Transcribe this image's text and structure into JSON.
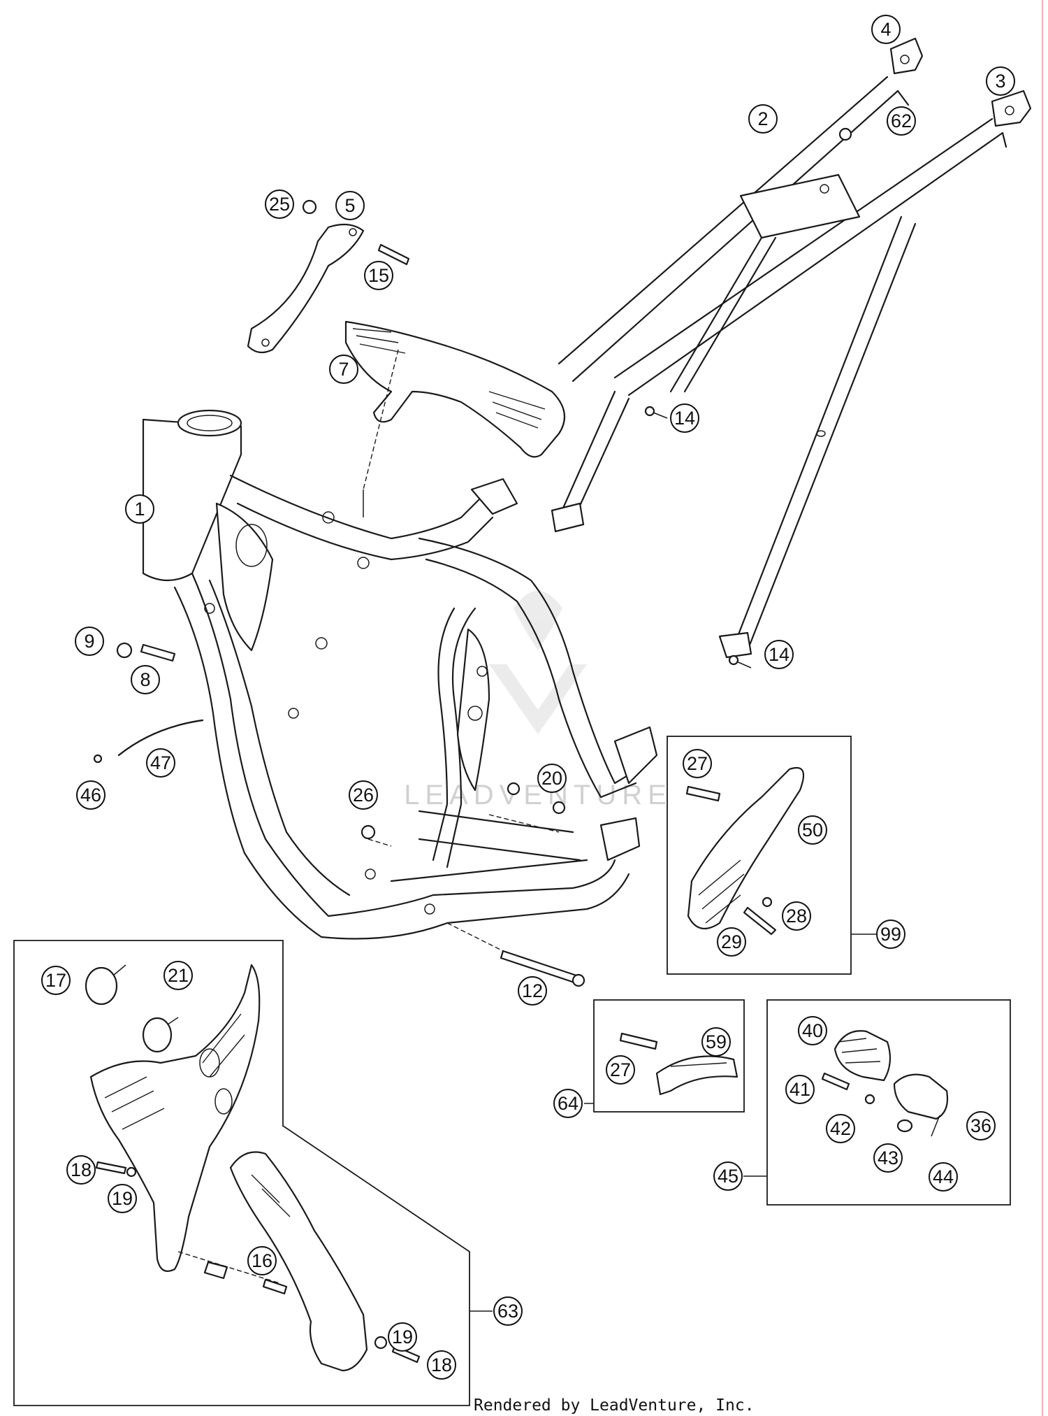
{
  "diagram": {
    "callouts": [
      "1",
      "2",
      "3",
      "4",
      "5",
      "7",
      "8",
      "9",
      "12",
      "14",
      "14",
      "15",
      "16",
      "17",
      "18",
      "18",
      "19",
      "19",
      "20",
      "21",
      "25",
      "26",
      "27",
      "27",
      "28",
      "29",
      "36",
      "40",
      "41",
      "42",
      "43",
      "44",
      "45",
      "46",
      "47",
      "50",
      "59",
      "62",
      "63",
      "64",
      "99"
    ],
    "watermark": "LEADVENTURE"
  },
  "footer": {
    "credit": "Rendered by LeadVenture, Inc."
  }
}
